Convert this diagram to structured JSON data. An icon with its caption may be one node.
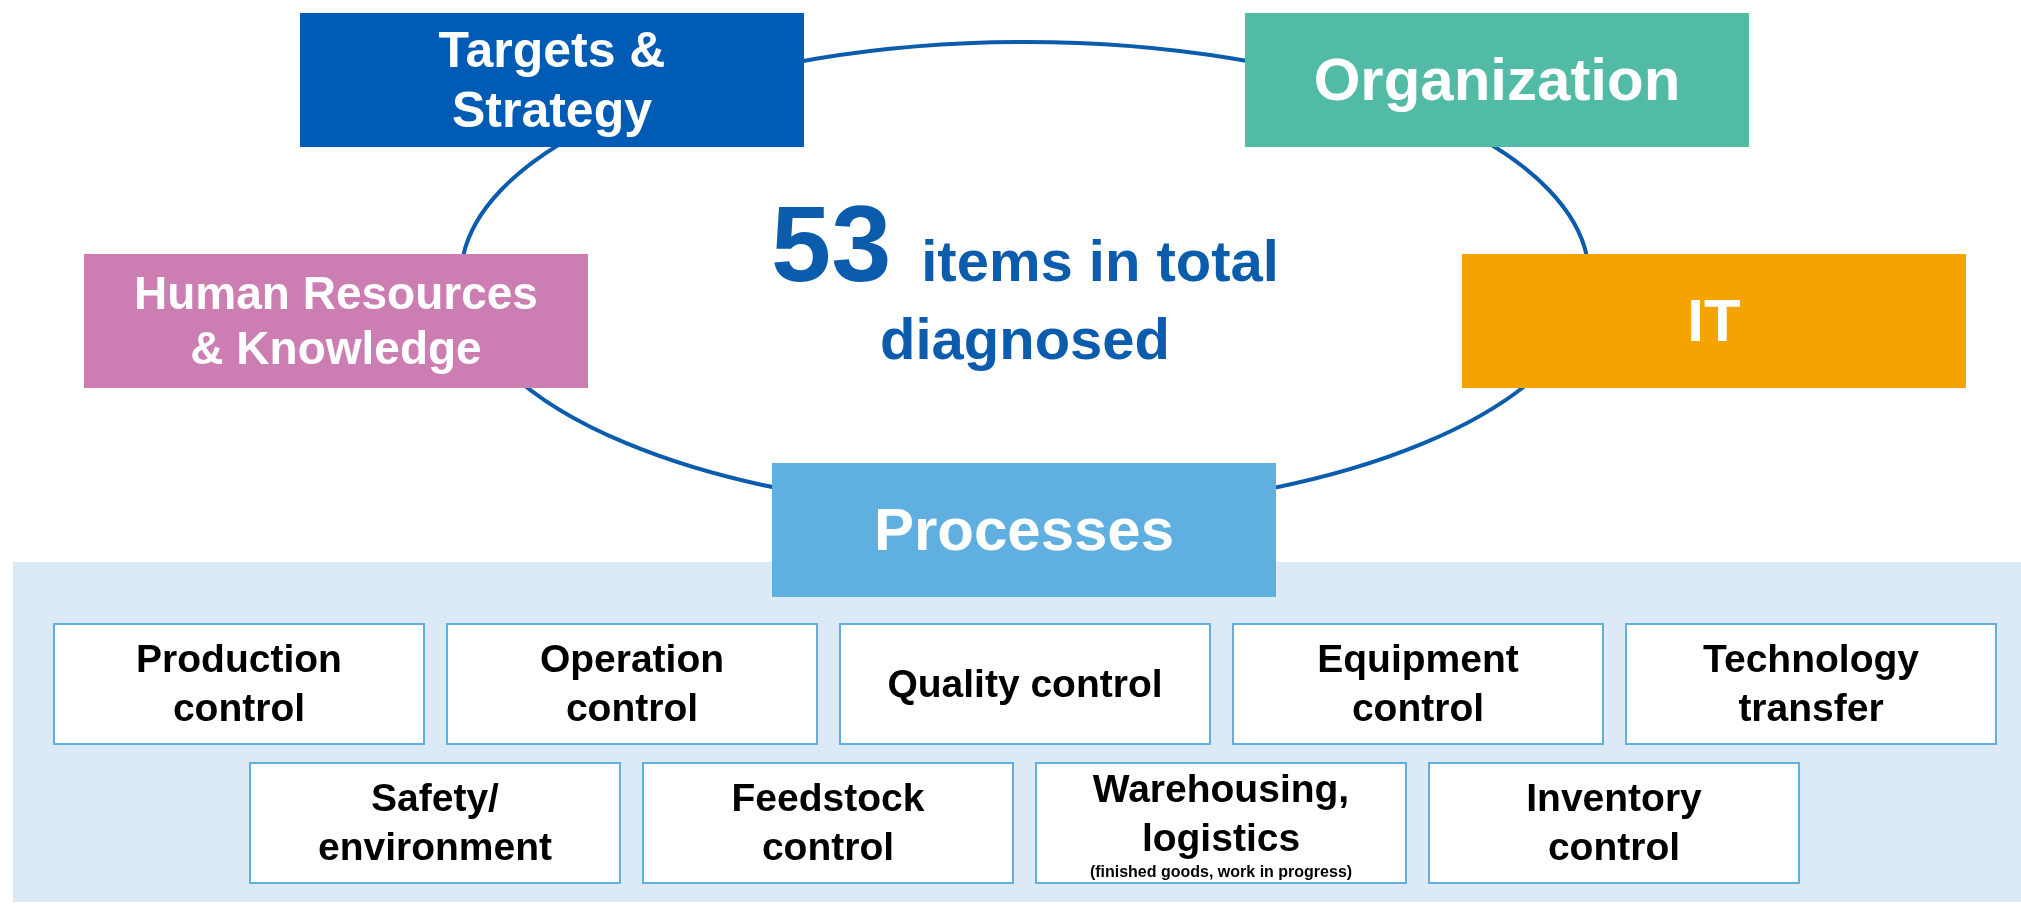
{
  "diagram": {
    "nodes": [
      {
        "text": [
          "Targets & Strategy"
        ]
      },
      {
        "text": [
          "Organization"
        ]
      },
      {
        "text": [
          "53",
          "items in total diagnosed"
        ]
      },
      {
        "text": [
          "Human Resources & Knowledge"
        ]
      },
      {
        "text": [
          "IT"
        ]
      },
      {
        "text": [
          "Processes"
        ]
      },
      {
        "text": [],
        "shape": "box"
      },
      {
        "text": [
          "Production control"
        ],
        "in": 6
      },
      {
        "text": [
          "Operation control"
        ],
        "in": 6
      },
      {
        "text": [
          "Quality control"
        ],
        "in": 6
      },
      {
        "text": [
          "Equipment control"
        ],
        "in": 6
      },
      {
        "text": [
          "Technology transfer"
        ],
        "in": 6
      },
      {
        "text": [
          "Safety/ environment"
        ],
        "in": 6
      },
      {
        "text": [
          "Feedstock control"
        ],
        "in": 6
      },
      {
        "text": [
          "Warehousing, logistics",
          "(finished goods, work in progress)"
        ],
        "in": 6
      },
      {
        "text": [
          "Inventory control"
        ],
        "in": 6
      }
    ],
    "edges": []
  }
}
